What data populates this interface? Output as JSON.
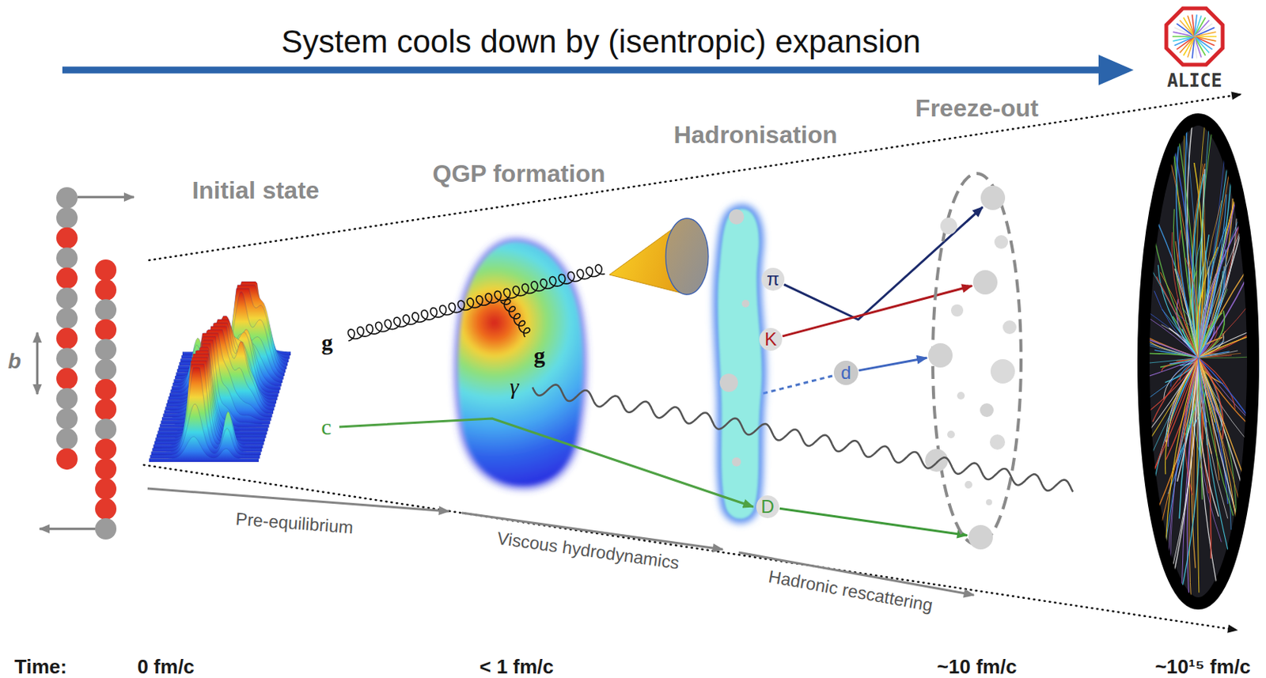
{
  "diagram": {
    "title": "System cools down by (isentropic) expansion",
    "nodes": [
      {
        "text": [
          "Initial state"
        ]
      },
      {
        "text": [
          "QGP formation"
        ]
      },
      {
        "text": [
          "Hadronisation"
        ]
      },
      {
        "text": [
          "π"
        ],
        "in": 2
      },
      {
        "text": [
          "K"
        ],
        "in": 2
      },
      {
        "text": [
          "d"
        ]
      },
      {
        "text": [
          "D"
        ],
        "in": 2
      },
      {
        "text": [
          "Freeze-out"
        ]
      }
    ],
    "edges": [
      {
        "from": 3,
        "to": 7,
        "arrow": "to"
      },
      {
        "from": 4,
        "to": 7,
        "arrow": "to"
      },
      {
        "from": 5,
        "to": 7,
        "arrow": "to"
      },
      {
        "from": 6,
        "to": 7,
        "arrow": "to"
      }
    ],
    "labels": [
      "ALICE",
      "b",
      "g",
      "g",
      "γ",
      "c",
      "Pre-equilibrium",
      "Viscous hydrodynamics",
      "Hadronic rescattering",
      "Time:",
      "0 fm/c",
      "< 1 fm/c",
      "~10 fm/c",
      "~10¹⁵ fm/c"
    ]
  }
}
